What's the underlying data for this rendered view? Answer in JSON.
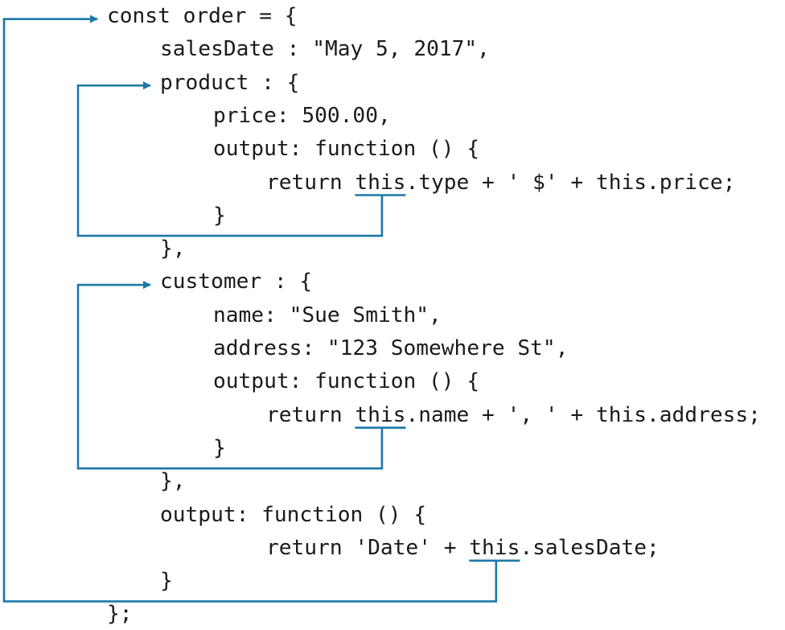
{
  "code": {
    "lines": [
      {
        "id": "L1",
        "indent": 0,
        "segments": [
          "const order = {"
        ]
      },
      {
        "id": "L2",
        "indent": 1,
        "segments": [
          "salesDate : \"May 5, 2017\","
        ]
      },
      {
        "id": "L3",
        "indent": 1,
        "segments": [
          "product : {"
        ]
      },
      {
        "id": "L4",
        "indent": 2,
        "segments": [
          "price: 500.00,"
        ]
      },
      {
        "id": "L5",
        "indent": 2,
        "segments": [
          "output: function () {"
        ]
      },
      {
        "id": "L6",
        "indent": 3,
        "segments": [
          "return ",
          "this",
          ".type + ' $' + this.price;"
        ]
      },
      {
        "id": "L7",
        "indent": 2,
        "segments": [
          "}"
        ]
      },
      {
        "id": "L8",
        "indent": 1,
        "segments": [
          "},"
        ]
      },
      {
        "id": "L9",
        "indent": 1,
        "segments": [
          "customer : {"
        ]
      },
      {
        "id": "L10",
        "indent": 2,
        "segments": [
          "name: \"Sue Smith\","
        ]
      },
      {
        "id": "L11",
        "indent": 2,
        "segments": [
          "address: \"123 Somewhere St\","
        ]
      },
      {
        "id": "L12",
        "indent": 2,
        "segments": [
          "output: function () {"
        ]
      },
      {
        "id": "L13",
        "indent": 3,
        "segments": [
          "return ",
          "this",
          ".name + ', ' + this.address;"
        ]
      },
      {
        "id": "L14",
        "indent": 2,
        "segments": [
          "}"
        ]
      },
      {
        "id": "L15",
        "indent": 1,
        "segments": [
          "},"
        ]
      },
      {
        "id": "L16",
        "indent": 1,
        "segments": [
          "output: function () {"
        ]
      },
      {
        "id": "L17",
        "indent": 3,
        "segments": [
          "return 'Date' + ",
          "this",
          ".salesDate;"
        ]
      },
      {
        "id": "L18",
        "indent": 1,
        "segments": [
          "}"
        ]
      },
      {
        "id": "L19",
        "indent": 0,
        "segments": [
          "};"
        ]
      }
    ]
  },
  "connectors": [
    {
      "name": "order-scope-connector",
      "from_line": "L17",
      "from_segment": 1,
      "to_line": "L1"
    },
    {
      "name": "product-scope-connector",
      "from_line": "L6",
      "from_segment": 1,
      "to_line": "L3"
    },
    {
      "name": "customer-scope-connector",
      "from_line": "L13",
      "from_segment": 1,
      "to_line": "L9"
    }
  ],
  "colors": {
    "text": "#1a1a1a",
    "accent": "#1a78a8",
    "background": "#ffffff"
  }
}
